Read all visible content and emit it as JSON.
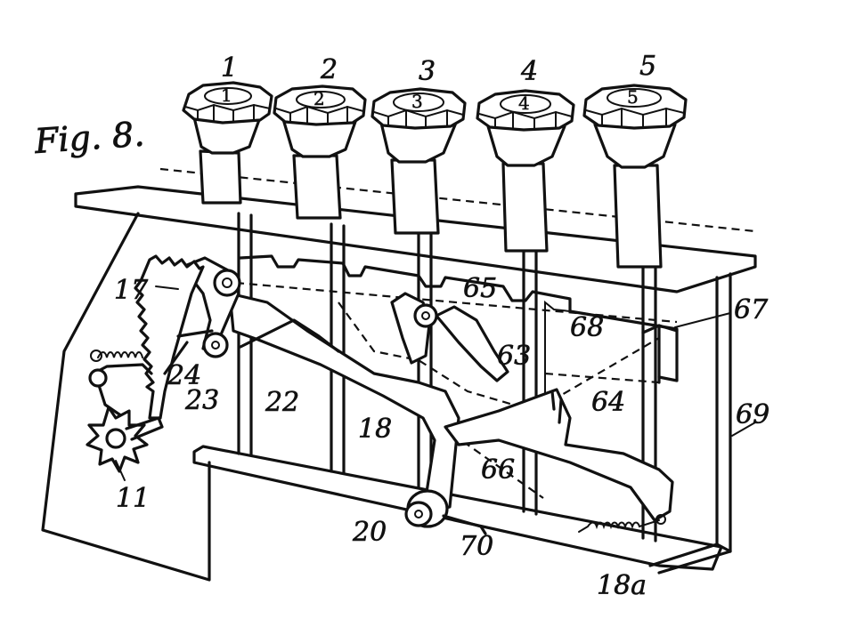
{
  "figure": {
    "title": "Fig. 8."
  },
  "keys": [
    {
      "number": "1",
      "face": "1"
    },
    {
      "number": "2",
      "face": "2"
    },
    {
      "number": "3",
      "face": "3"
    },
    {
      "number": "4",
      "face": "4"
    },
    {
      "number": "5",
      "face": "5"
    }
  ],
  "reference_numerals": {
    "n11": "11",
    "n17": "17",
    "n18": "18",
    "n18a": "18a",
    "n20": "20",
    "n22": "22",
    "n23": "23",
    "n24": "24",
    "n63": "63",
    "n64": "64",
    "n65": "65",
    "n66": "66",
    "n67": "67",
    "n68": "68",
    "n69": "69",
    "n70": "70"
  }
}
